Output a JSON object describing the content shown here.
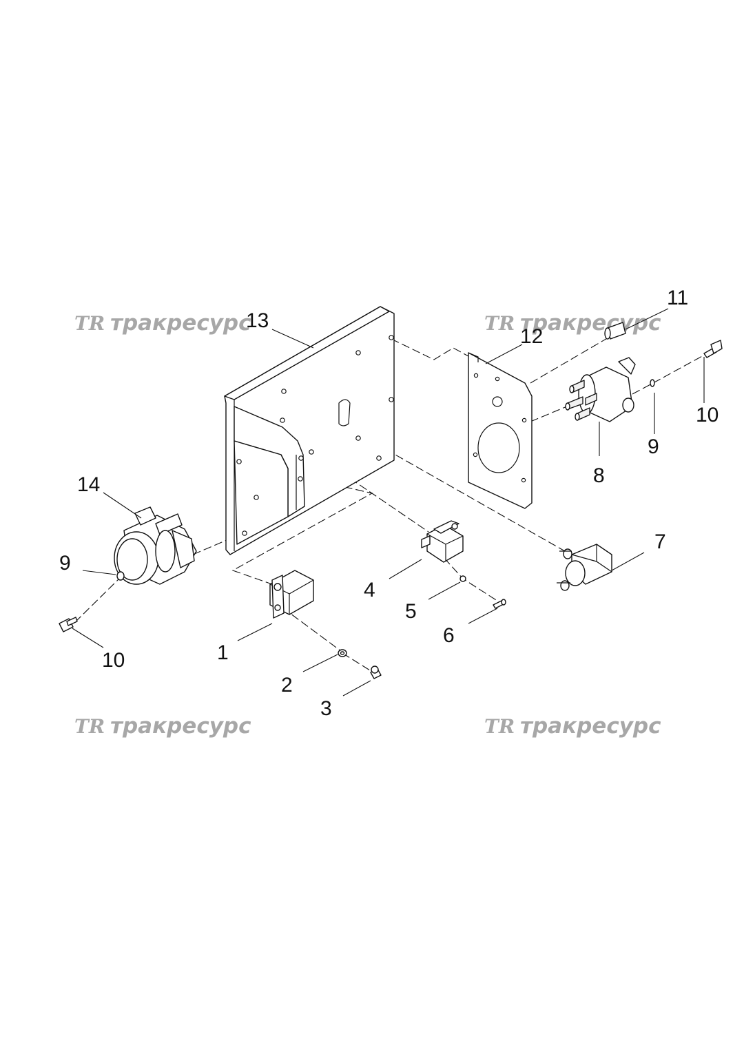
{
  "watermarks": [
    {
      "logo": "TR",
      "text": "тракресурс"
    },
    {
      "logo": "TR",
      "text": "тракресурс"
    },
    {
      "logo": "TR",
      "text": "тракресурс"
    },
    {
      "logo": "TR",
      "text": "тракресурс"
    }
  ],
  "callouts": [
    "1",
    "2",
    "3",
    "4",
    "5",
    "6",
    "7",
    "8",
    "9",
    "10",
    "11",
    "12",
    "13",
    "14",
    "9",
    "10"
  ],
  "colors": {
    "watermark": "#a7a7a7",
    "line": "#111111",
    "background": "#ffffff"
  }
}
